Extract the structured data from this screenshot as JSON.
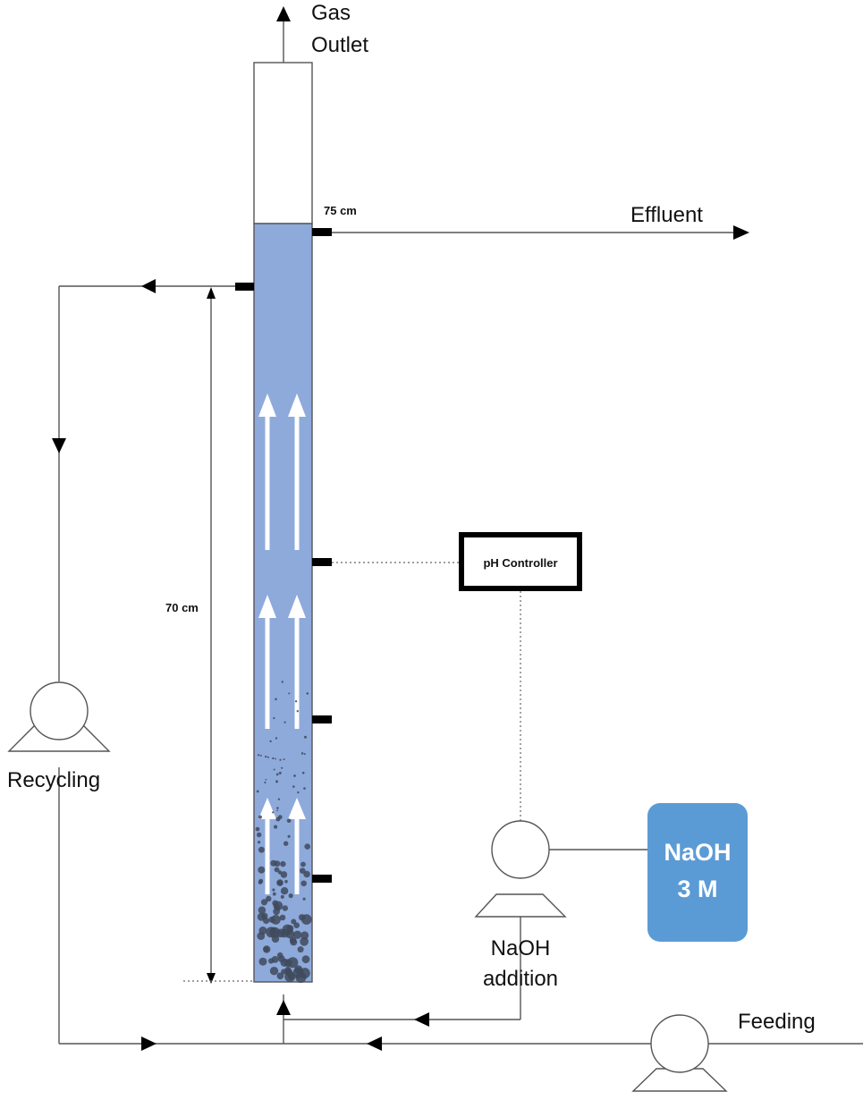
{
  "labels": {
    "gas_outlet_line1": "Gas",
    "gas_outlet_line2": "Outlet",
    "effluent": "Effluent",
    "height_75": "75 cm",
    "height_70": "70 cm",
    "ph_controller": "pH Controller",
    "recycling": "Recycling",
    "naoh_addition_line1": "NaOH",
    "naoh_addition_line2": "addition",
    "feeding": "Feeding",
    "naoh_tank_line1": "NaOH",
    "naoh_tank_line2": "3 M"
  },
  "colors": {
    "liquid": "#8eaadb",
    "tank": "#5b9bd5",
    "particles": "#3f4a5c",
    "port": "#000000"
  }
}
